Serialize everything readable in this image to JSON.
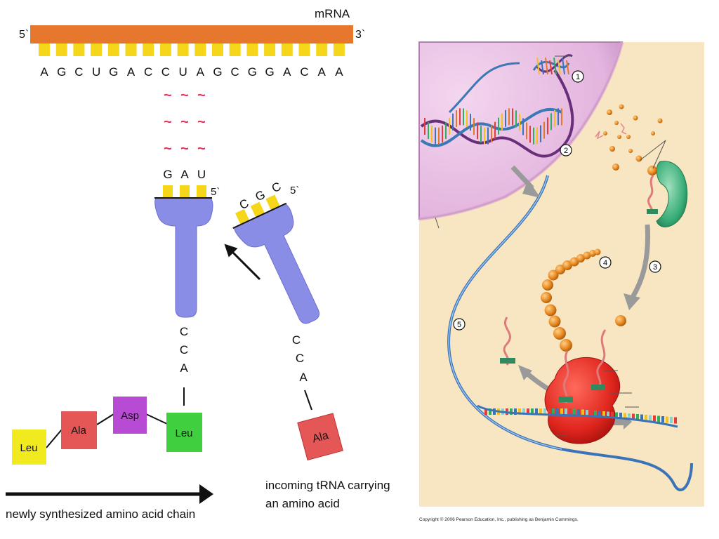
{
  "left_panel": {
    "mrna": {
      "label": "mRNA",
      "end_5": "5`",
      "end_3": "3`",
      "bases": [
        "A",
        "G",
        "C",
        "U",
        "G",
        "A",
        "C",
        "C",
        "U",
        "A",
        "G",
        "C",
        "G",
        "G",
        "A",
        "C",
        "A",
        "A"
      ]
    },
    "bonds": [
      "~",
      "~",
      "~"
    ],
    "bound_trna": {
      "anticodon": [
        "G",
        "A",
        "U"
      ],
      "end_5": "5`",
      "tail": [
        "C",
        "C",
        "A"
      ]
    },
    "incoming_trna": {
      "anticodon": [
        "C",
        "G",
        "C"
      ],
      "end_5": "5`",
      "tail": [
        "C",
        "C",
        "A"
      ],
      "amino_acid": "Ala"
    },
    "chain": [
      "Leu",
      "Ala",
      "Asp",
      "Leu"
    ],
    "chain_caption": "newly synthesized amino acid chain",
    "incoming_caption_line1": "incoming tRNA carrying",
    "incoming_caption_line2": "an amino acid",
    "colors": {
      "mrna_strand": "#e8772e",
      "base_tab": "#f5d61b",
      "trna": "#8a8de6",
      "bond": "#e8315a",
      "leu": "#f1ea1e",
      "ala": "#e55757",
      "asp": "#b74bd4",
      "leu2": "#3fcf3f"
    }
  },
  "right_panel": {
    "steps": [
      "1",
      "2",
      "3",
      "4",
      "5"
    ],
    "copyright": "Copyright © 2006 Pearson Education, Inc., publishing as Benjamin Cummings."
  }
}
